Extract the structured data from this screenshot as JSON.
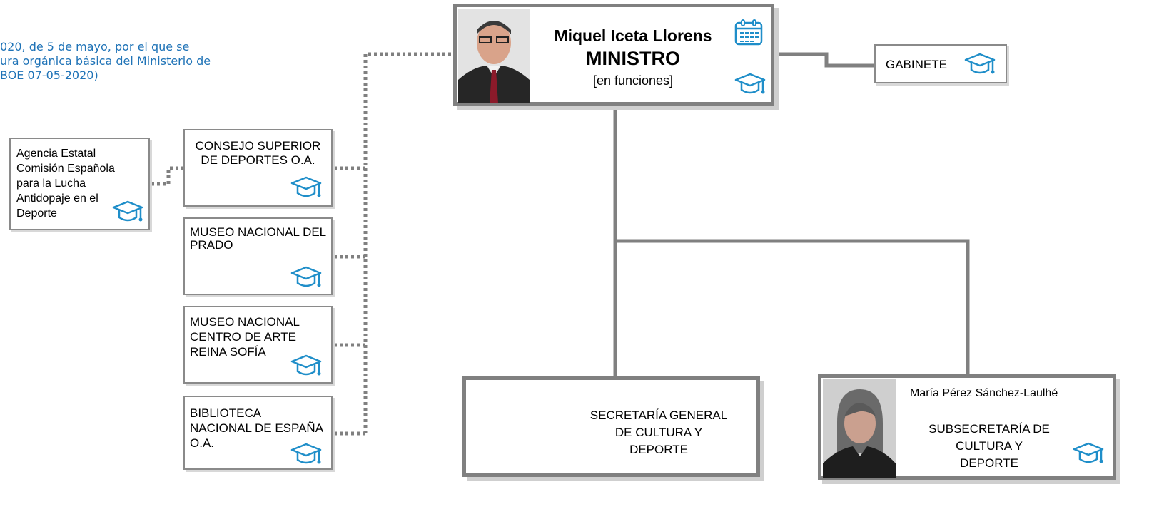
{
  "law_note": {
    "line1": "020, de 5 de mayo, por el que se",
    "line2": "ura orgánica básica del Ministerio de",
    "line3": "BOE 07-05-2020)"
  },
  "minister": {
    "name": "Miquel Iceta Llorens",
    "title": "MINISTRO",
    "status": "[en funciones]",
    "icons": [
      "calendar-icon",
      "graduation-cap-icon"
    ]
  },
  "gabinete": {
    "label": "GABINETE"
  },
  "agencies": [
    {
      "lines": [
        "CONSEJO SUPERIOR",
        "DE DEPORTES O.A."
      ]
    },
    {
      "lines": [
        "MUSEO NACIONAL DEL",
        "PRADO"
      ]
    },
    {
      "lines": [
        "MUSEO NACIONAL",
        "CENTRO DE ARTE",
        "REINA SOFÍA"
      ]
    },
    {
      "lines": [
        "BIBLIOTECA",
        "NACIONAL DE ESPAÑA",
        "O.A."
      ]
    }
  ],
  "antidoping": {
    "lines": [
      "Agencia Estatal",
      "Comisión Española",
      "para la Lucha",
      "Antidopaje en el",
      "Deporte"
    ]
  },
  "secretaria": {
    "lines": [
      "SECRETARÍA GENERAL",
      "DE CULTURA Y",
      "DEPORTE"
    ]
  },
  "subsecretaria": {
    "person": "María Pérez Sánchez-Laulhé",
    "lines": [
      "SUBSECRETARÍA DE",
      "CULTURA Y",
      "DEPORTE"
    ]
  },
  "colors": {
    "accent": "#1f8ec9",
    "border": "#808080",
    "law_text": "#1f73b7"
  }
}
